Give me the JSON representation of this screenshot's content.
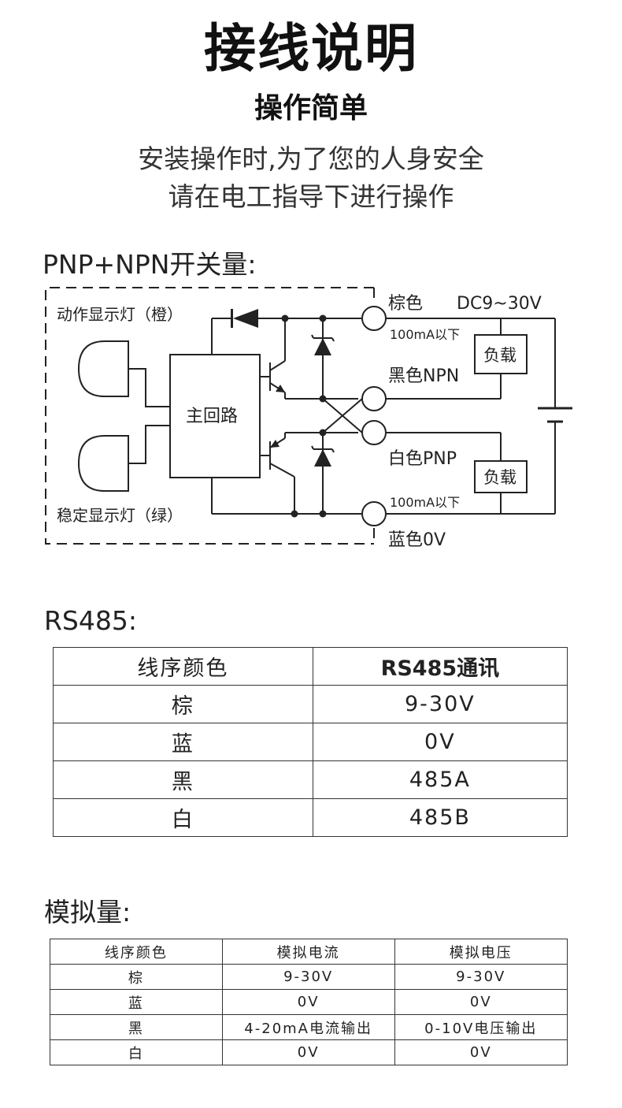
{
  "header": {
    "title": "接线说明",
    "subtitle": "操作简单",
    "notice_line1": "安装操作时,为了您的人身安全",
    "notice_line2": "请在电工指导下进行操作"
  },
  "switch_section": {
    "heading": "PNP+NPN开关量:",
    "labels": {
      "action_lamp": "动作显示灯（橙）",
      "stable_lamp": "稳定显示灯（绿）",
      "main_circuit": "主回路",
      "brown": "棕色",
      "supply": "DC9~30V",
      "current_limit_top": "100mA以下",
      "current_limit_bottom": "100mA以下",
      "black_npn": "黑色NPN",
      "white_pnp": "白色PNP",
      "load_top": "负载",
      "load_bottom": "负载",
      "blue_0v": "蓝色0V"
    }
  },
  "rs485_section": {
    "heading": "RS485:",
    "columns": [
      "线序颜色",
      "RS485通讯"
    ],
    "rows": [
      [
        "棕",
        "9-30V"
      ],
      [
        "蓝",
        "0V"
      ],
      [
        "黑",
        "485A"
      ],
      [
        "白",
        "485B"
      ]
    ]
  },
  "analog_section": {
    "heading": "模拟量:",
    "columns": [
      "线序颜色",
      "模拟电流",
      "模拟电压"
    ],
    "rows": [
      [
        "棕",
        "9-30V",
        "9-30V"
      ],
      [
        "蓝",
        "0V",
        "0V"
      ],
      [
        "黑",
        "4-20mA电流输出",
        "0-10V电压输出"
      ],
      [
        "白",
        "0V",
        "0V"
      ]
    ]
  }
}
